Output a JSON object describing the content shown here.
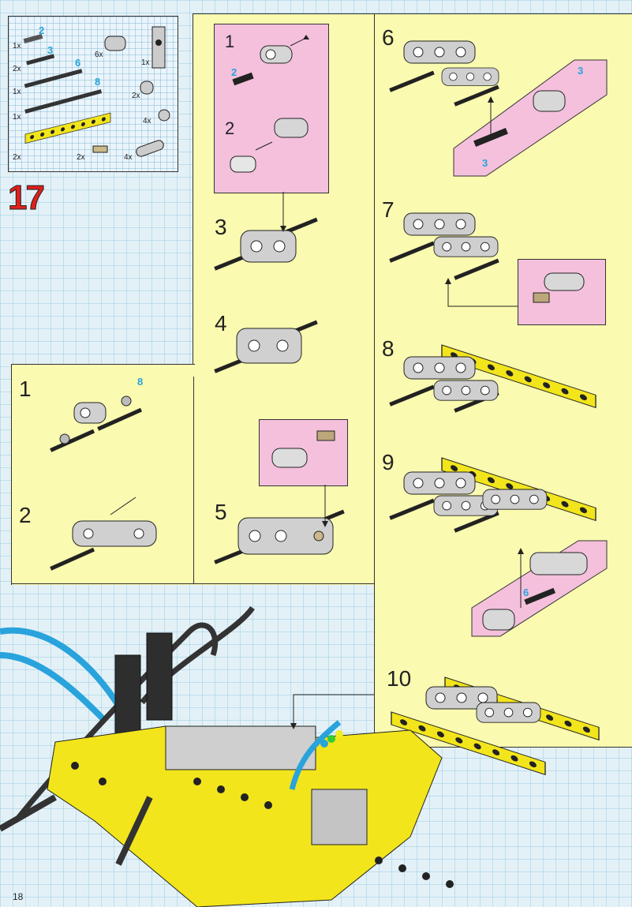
{
  "step_number": "17",
  "page_number": "18",
  "parts_list": [
    {
      "qty": "1x",
      "len": "2"
    },
    {
      "qty": "2x",
      "len": "3"
    },
    {
      "qty": "1x",
      "len": "6"
    },
    {
      "qty": "1x",
      "len": "8"
    },
    {
      "qty": "2x",
      "len": ""
    },
    {
      "qty": "6x",
      "len": ""
    },
    {
      "qty": "1x",
      "len": "2"
    },
    {
      "qty": "2x",
      "len": ""
    },
    {
      "qty": "4x",
      "len": ""
    },
    {
      "qty": "2x",
      "len": ""
    },
    {
      "qty": "4x",
      "len": ""
    }
  ],
  "left_panel": {
    "steps": [
      {
        "num": "1",
        "axle_len": "8"
      },
      {
        "num": "2",
        "axle_len": ""
      }
    ]
  },
  "middle_panel": {
    "sub_steps": [
      {
        "num": "1",
        "axle_len": "2"
      },
      {
        "num": "2",
        "axle_len": ""
      }
    ],
    "steps": [
      {
        "num": "3"
      },
      {
        "num": "4"
      },
      {
        "num": "5"
      }
    ]
  },
  "right_panel": {
    "steps": [
      {
        "num": "6",
        "axle_len_a": "3",
        "axle_len_b": "3"
      },
      {
        "num": "7"
      },
      {
        "num": "8"
      },
      {
        "num": "9",
        "axle_len": "6"
      },
      {
        "num": "10"
      }
    ]
  },
  "colors": {
    "panel_yellow": "#fafab0",
    "callout_pink": "#f4c0dc",
    "background_blue": "#e3f1f7",
    "step_red": "#e0201a",
    "label_blue": "#29a3dc",
    "brick_yellow": "#f2e51c",
    "part_gray": "#c8c8c8"
  }
}
